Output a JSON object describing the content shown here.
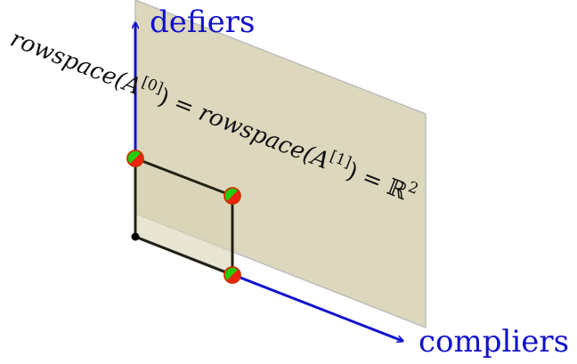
{
  "axes": {
    "vertical_label": "defiers",
    "horizontal_label": "compliers",
    "color": "#1111cc"
  },
  "plane": {
    "fill": "#ddd8bd",
    "stroke": "#bdbdbd"
  },
  "equation": {
    "lhs_func": "rowspace(A",
    "lhs_sup": "[0]",
    "lhs_close": ")",
    "eq1": " = ",
    "rhs_func": "rowspace(A",
    "rhs_sup": "[1]",
    "rhs_close": ")",
    "eq2": " = ",
    "field": "ℝ",
    "field_sup": "2"
  },
  "region": {
    "edge_color": "#222211",
    "origin_color": "#000000"
  },
  "marker_colors": {
    "left": "#22cc11",
    "right": "#ee2211",
    "outline": "#cc3300"
  }
}
